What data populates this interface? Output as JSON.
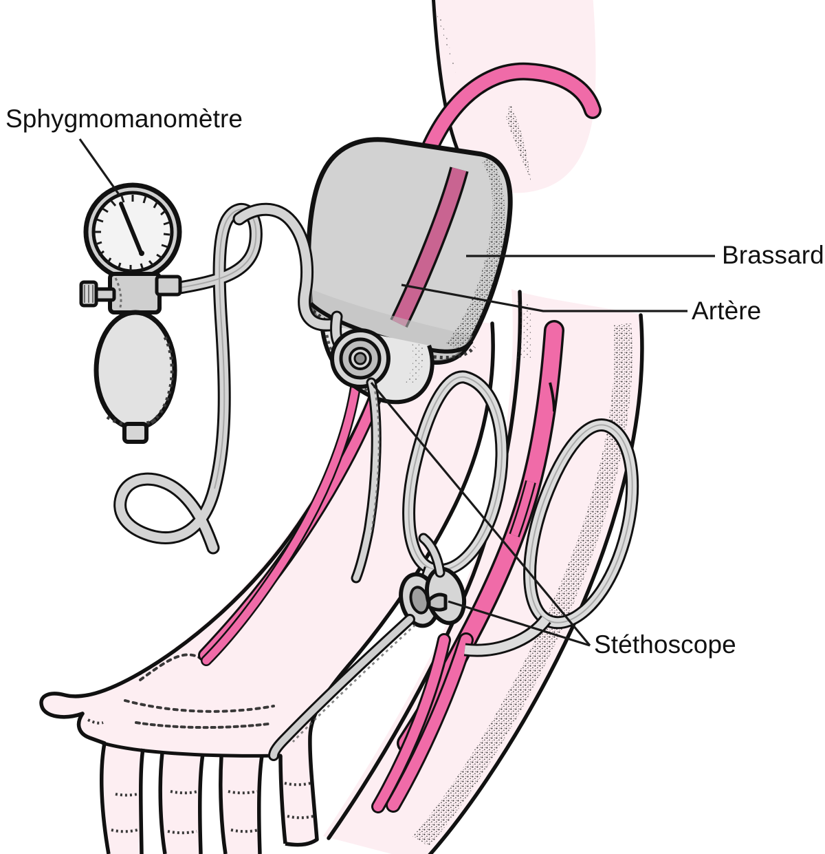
{
  "figure": {
    "title": "Sphygmomanometre - mesure de la pression arterielle",
    "language": "fr",
    "background_color": "#ffffff"
  },
  "labels": {
    "sphygmomanometre": "Sphygmomanomètre",
    "brassard": "Brassard",
    "artere": "Artère",
    "stethoscope": "Stéthoscope"
  },
  "colors": {
    "skin": "#fdeef2",
    "skin_outline": "#111111",
    "artery_pink": "#f06ba8",
    "artery_pink_dark": "#c96491",
    "cuff_gray": "#d2d2d2",
    "device_gray": "#d9d9d9",
    "tube_gray": "#cfcfcf",
    "leader_line": "#1a1a1a",
    "label_text": "#111111",
    "stipple": "#333333"
  },
  "parts": {
    "gauge": {
      "name": "manometer-dial",
      "needle_direction": "up-left",
      "tick_count": 36
    },
    "bulb": {
      "name": "inflation-bulb"
    },
    "valve": {
      "name": "release-valve-knob"
    },
    "cuff": {
      "name": "upper-arm-cuff"
    },
    "stethoscope_head": {
      "name": "stethoscope-diaphragm"
    },
    "stethoscope_bell": {
      "name": "stethoscope-bell-side-view"
    },
    "tubing": {
      "name": "rubber-tubing"
    }
  },
  "leaders": {
    "sphygmomanometre": "diagonal from label down-right to gauge rim",
    "brassard": "horizontal from label left to cuff face",
    "artere": "bent line from label left to artery stripe inside cuff",
    "stethoscope": "two lines converging from label up-left to both stethoscope pieces"
  }
}
